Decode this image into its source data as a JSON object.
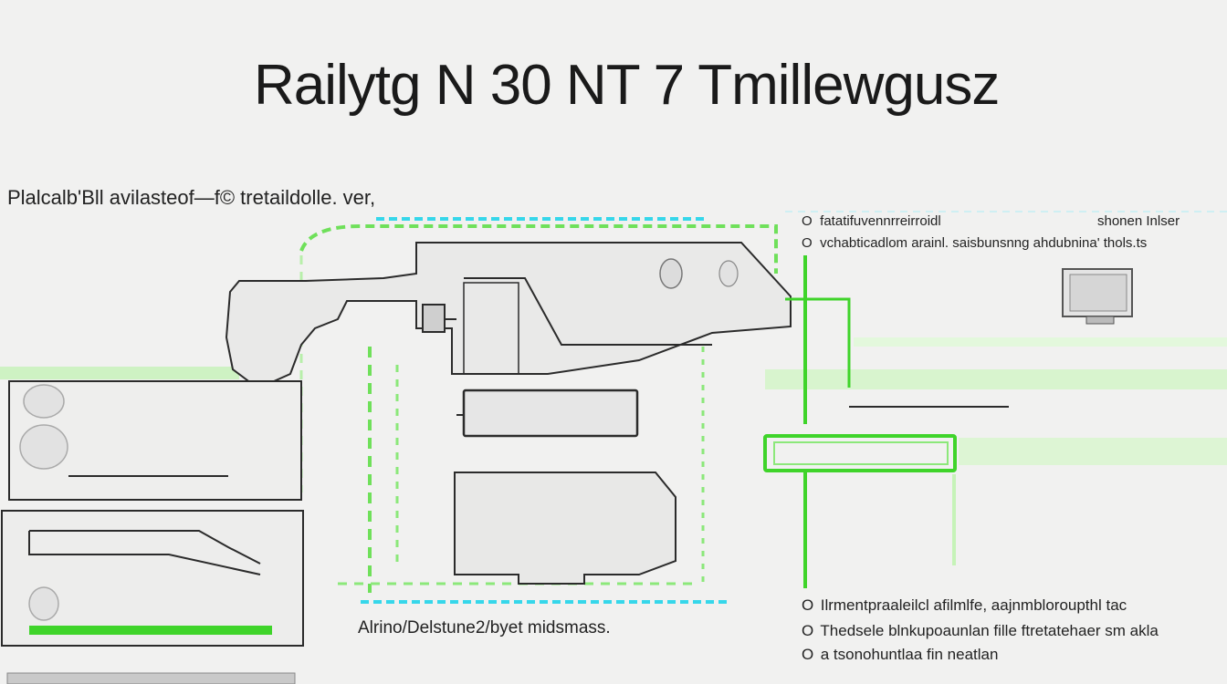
{
  "header": {
    "title": "Railytg  N 30  NT 7 Tmillewgusz"
  },
  "diagram": {
    "subtitle": "Plalcalb'Bll avilasteof—f© tretaildolle. ver,",
    "caption": "Alrino/Delstune2/byet midsmass.",
    "top_options": [
      {
        "marker": "O",
        "text": "fatatifuvennrreirroidl"
      },
      {
        "marker": "O",
        "text": "vchabticadlom arainl. saisbunsnng ahdubnina' thols.ts"
      }
    ],
    "top_right_label": "shonen Inlser",
    "bottom_options": [
      {
        "marker": "O",
        "text": "Ilrmentpraaleilcl aﬁlmlfe,  aajnmbloroupthl tac"
      },
      {
        "marker": "O",
        "text": "Thedsele blnkupoaunlan ﬁlle ftretatehaer sm akla"
      },
      {
        "marker": "O",
        "text": "a tsonohuntlaa fin neatlan"
      }
    ],
    "colors": {
      "green": "#3fd42a",
      "cyan": "#36d7ea",
      "stroke": "#2b2b2b"
    }
  }
}
